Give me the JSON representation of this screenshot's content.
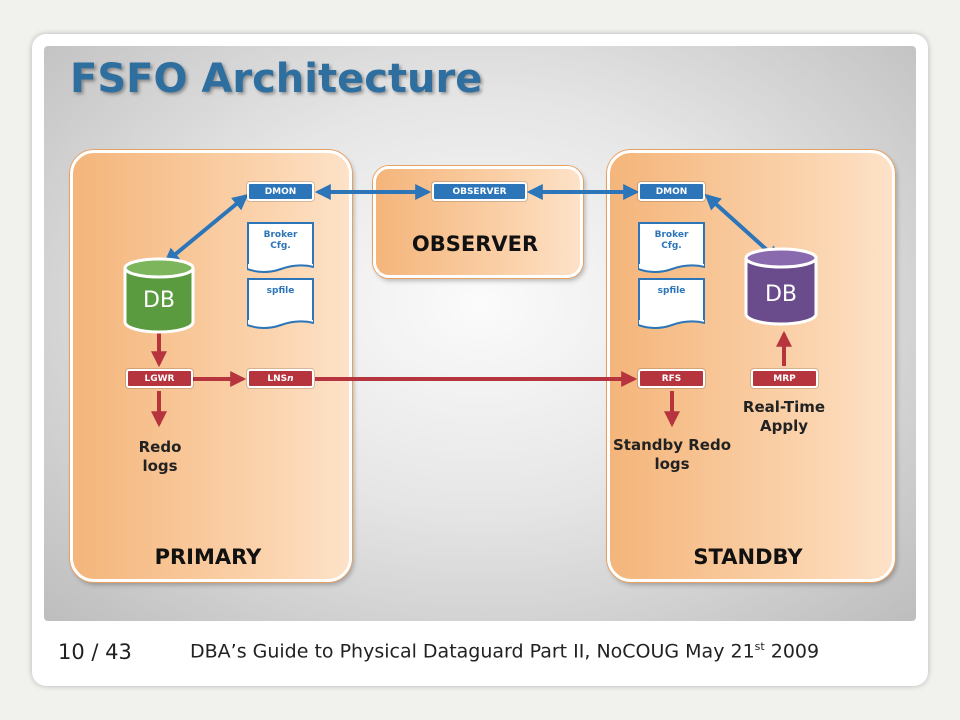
{
  "slide": {
    "title": "FSFO Architecture",
    "page_current": "10",
    "page_separator": " / ",
    "page_total": "43",
    "caption_main": "DBA’s Guide to Physical Dataguard Part II, NoCOUG May 21",
    "caption_sup": "st",
    "caption_year": " 2009"
  },
  "sites": {
    "primary_label": "PRIMARY",
    "standby_label": "STANDBY",
    "observer_label": "OBSERVER"
  },
  "processes": {
    "dmon_primary": "DMON",
    "observer": "OBSERVER",
    "dmon_standby": "DMON",
    "lgwr": "LGWR",
    "lns": "LNS",
    "lns_suffix": "n",
    "rfs": "RFS",
    "mrp": "MRP"
  },
  "files": {
    "broker_cfg_primary": "Broker Cfg.",
    "spfile_primary": "spfile",
    "broker_cfg_standby": "Broker Cfg.",
    "spfile_standby": "spfile"
  },
  "databases": {
    "primary_db": "DB",
    "standby_db": "DB"
  },
  "annotations": {
    "redo_logs": "Redo logs",
    "standby_redo_logs": "Standby Redo logs",
    "real_time_apply": "Real-Time Apply"
  },
  "colors": {
    "title": "#2e6f9f",
    "blue_process": "#2b75b8",
    "red_process": "#b5343e",
    "primary_db": "#5b9b3f",
    "standby_db": "#6a4c8c",
    "site_fill": "#f8c18d"
  }
}
